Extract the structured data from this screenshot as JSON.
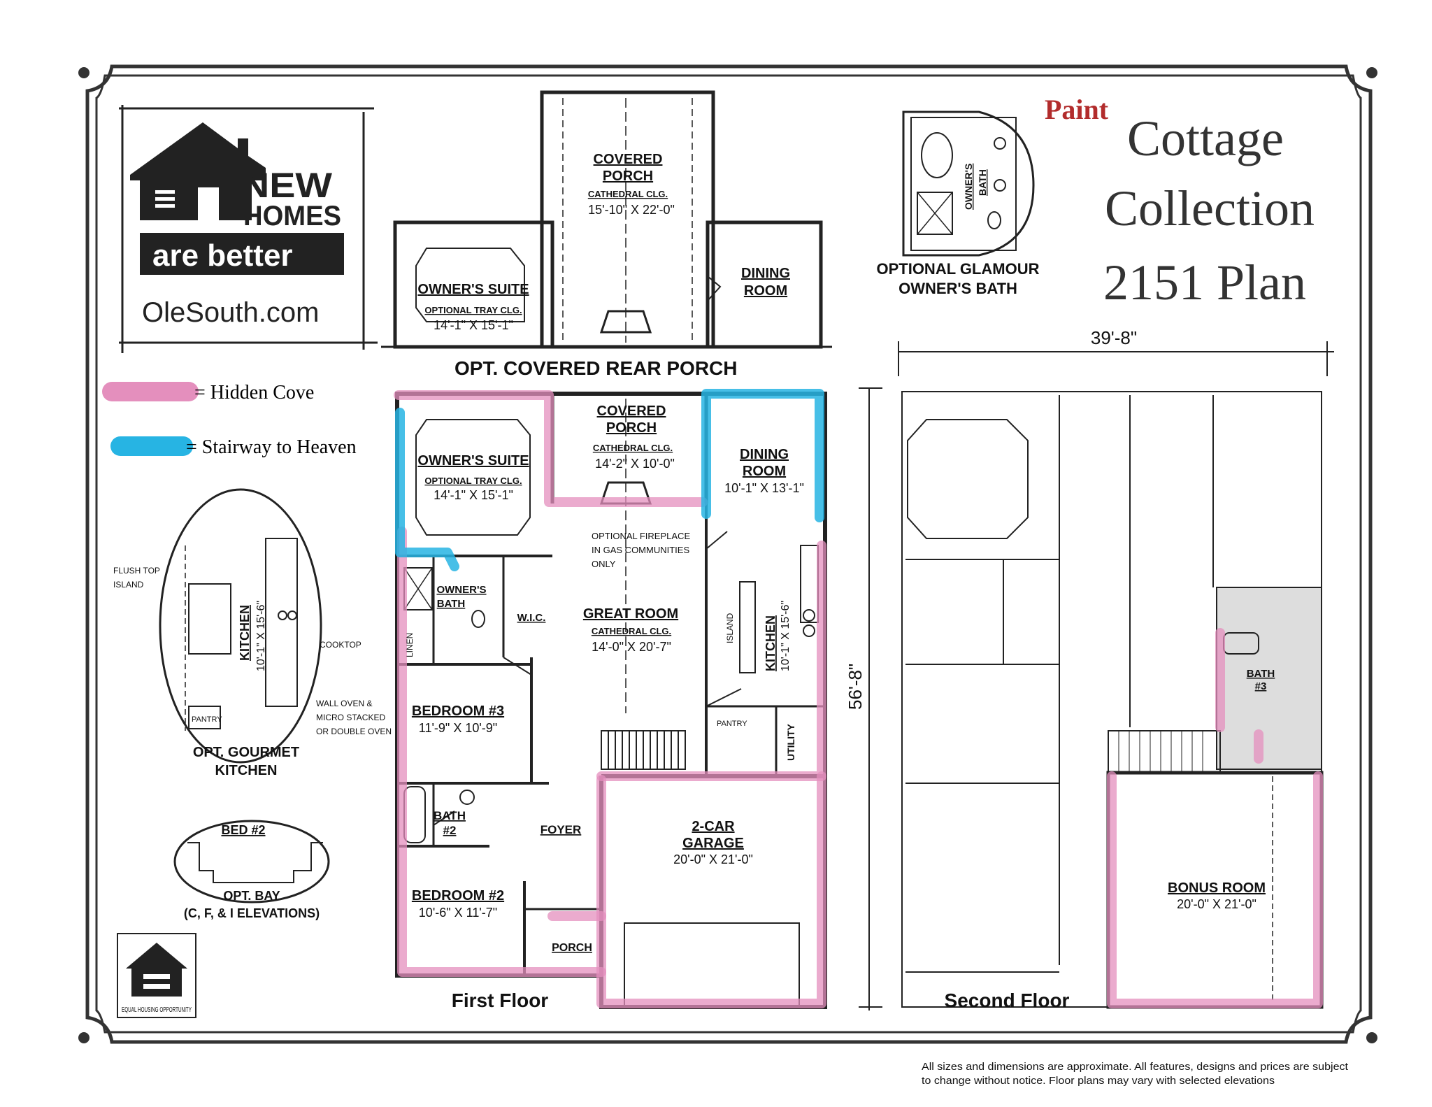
{
  "brand": {
    "logo_line1": "NEW",
    "logo_line2": "HOMES",
    "logo_tagline": "are better",
    "website": "OleSouth.com",
    "eho": "EQUAL HOUSING OPPORTUNITY"
  },
  "title": {
    "tag": "Paint",
    "line1": "Cottage",
    "line2": "Collection",
    "line3": "2151 Plan"
  },
  "legend": {
    "items": [
      {
        "label": "= Hidden Cove",
        "color": "#e48fbd"
      },
      {
        "label": "= Stairway to Heaven",
        "color": "#27b4e3"
      }
    ]
  },
  "rear_porch": {
    "caption": "OPT. COVERED REAR PORCH",
    "covered_porch": "COVERED",
    "covered_porch2": "PORCH",
    "covered_porch_clg": "CATHEDRAL CLG.",
    "covered_porch_dim": "15'-10\" X 22'-0\"",
    "owners_suite": "OWNER'S SUITE",
    "owners_suite_clg": "OPTIONAL TRAY CLG.",
    "owners_suite_dim": "14'-1\" X 15'-1\"",
    "dining": "DINING",
    "dining2": "ROOM"
  },
  "glamour_bath": {
    "caption1": "OPTIONAL GLAMOUR",
    "caption2": "OWNER'S BATH",
    "label1": "OWNER'S",
    "label2": "BATH"
  },
  "first_floor": {
    "caption": "First Floor",
    "depth_dim": "56'-8\"",
    "owners_suite": "OWNER'S SUITE",
    "owners_suite_clg": "OPTIONAL TRAY CLG.",
    "owners_suite_dim": "14'-1\" X 15'-1\"",
    "covered_porch": "COVERED",
    "covered_porch2": "PORCH",
    "covered_porch_clg": "CATHEDRAL CLG.",
    "covered_porch_dim": "14'-2\" X 10'-0\"",
    "dining": "DINING",
    "dining2": "ROOM",
    "dining_dim": "10'-1\" X 13'-1\"",
    "fireplace1": "OPTIONAL FIREPLACE",
    "fireplace2": "IN GAS COMMUNITIES",
    "fireplace3": "ONLY",
    "owners_bath1": "OWNER'S",
    "owners_bath2": "BATH",
    "wic": "W.I.C.",
    "linen": "LINEN",
    "great_room": "GREAT ROOM",
    "great_room_clg": "CATHEDRAL CLG.",
    "great_room_dim": "14'-0\" X 20'-7\"",
    "island": "ISLAND",
    "kitchen": "KITCHEN",
    "kitchen_dim": "10'-1\" X 15'-6\"",
    "pantry": "PANTRY",
    "utility": "UTILITY",
    "bedroom3": "BEDROOM #3",
    "bedroom3_dim": "11'-9\" X 10'-9\"",
    "bath2_1": "BATH",
    "bath2_2": "#2",
    "foyer": "FOYER",
    "garage1": "2-CAR",
    "garage2": "GARAGE",
    "garage_dim": "20'-0\" X 21'-0\"",
    "bedroom2": "BEDROOM #2",
    "bedroom2_dim": "10'-6\" X 11'-7\"",
    "porch": "PORCH"
  },
  "gourmet_kitchen": {
    "flush1": "FLUSH TOP",
    "flush2": "ISLAND",
    "kitchen": "KITCHEN",
    "kitchen_dim": "10'-1\" X 15'-6\"",
    "cooktop": "COOKTOP",
    "oven1": "WALL OVEN &",
    "oven2": "MICRO STACKED",
    "oven3": "OR DOUBLE OVEN",
    "pantry": "PANTRY",
    "caption1": "OPT. GOURMET",
    "caption2": "KITCHEN"
  },
  "bay": {
    "bed": "BED #2",
    "caption1": "OPT. BAY",
    "caption2": "(C, F, & I ELEVATIONS)"
  },
  "second_floor": {
    "caption": "Second Floor",
    "width_dim": "39'-8\"",
    "bath3_1": "BATH",
    "bath3_2": "#3",
    "bonus": "BONUS ROOM",
    "bonus_dim": "20'-0\" X 21'-0\""
  },
  "disclaimer": {
    "line1": "All sizes and dimensions are approximate. All features, designs and prices are subject",
    "line2": "to change without notice.  Floor plans may vary with selected elevations"
  }
}
